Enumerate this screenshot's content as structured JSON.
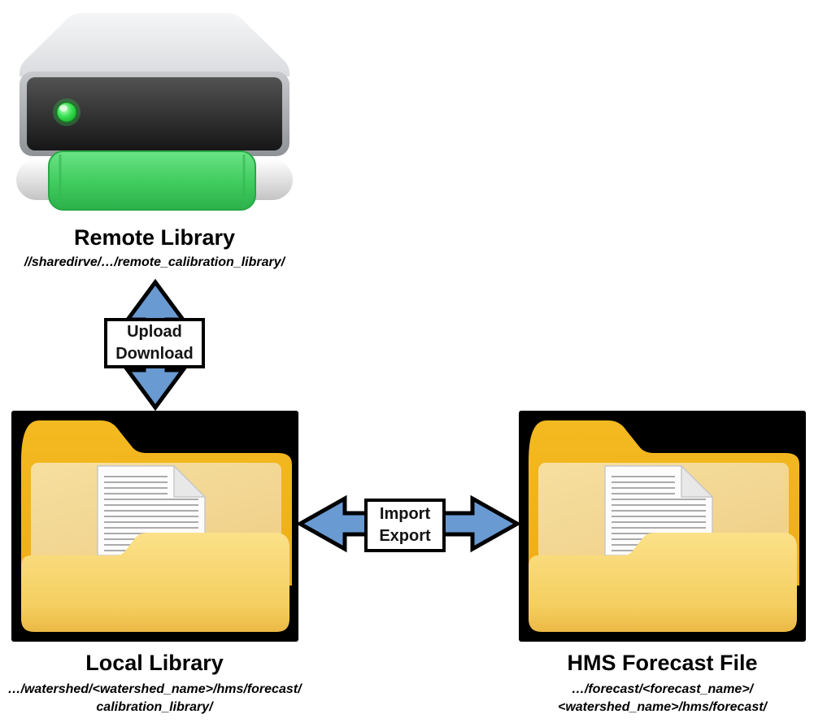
{
  "colors": {
    "arrow_fill": "#6A9AD2",
    "arrow_outline": "#000000",
    "folder_bg": "#000000",
    "folder_tab": "#F2B41D",
    "folder_inner": "#F5DD9E",
    "folder_front_top": "#FBE189",
    "folder_front_bottom": "#EFBE4C",
    "led_green": "#2FD549",
    "bar_green": "#3FCB5E"
  },
  "nodes": {
    "remote_library": {
      "title": "Remote Library",
      "path": "//sharedirve/…/remote_calibration_library/"
    },
    "local_library": {
      "title": "Local Library",
      "path_line1": "…/watershed/<watershed_name>/hms/forecast/",
      "path_line2": "calibration_library/"
    },
    "hms_forecast_file": {
      "title": "HMS Forecast File",
      "path_line1": "…/forecast/<forecast_name>/",
      "path_line2": "<watershed_name>/hms/forecast/"
    }
  },
  "connectors": {
    "upload_download": {
      "line1": "Upload",
      "line2": "Download"
    },
    "import_export": {
      "line1": "Import",
      "line2": "Export"
    }
  }
}
